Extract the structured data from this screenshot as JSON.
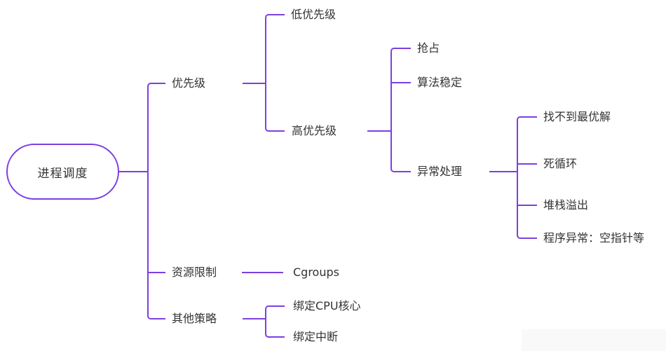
{
  "style": {
    "line_color": "#7d3fe2",
    "text_color": "#333333",
    "background_color": "#ffffff",
    "watermark_color": "#f9f9f9"
  },
  "mindmap": {
    "root": {
      "label": "进程调度",
      "children": [
        {
          "label": "优先级",
          "children": [
            {
              "label": "低优先级",
              "children": []
            },
            {
              "label": "高优先级",
              "children": [
                {
                  "label": "抢占",
                  "children": []
                },
                {
                  "label": "算法稳定",
                  "children": []
                },
                {
                  "label": "异常处理",
                  "children": [
                    {
                      "label": "找不到最优解",
                      "children": []
                    },
                    {
                      "label": "死循环",
                      "children": []
                    },
                    {
                      "label": "堆栈溢出",
                      "children": []
                    },
                    {
                      "label": "程序异常：空指针等",
                      "children": []
                    }
                  ]
                }
              ]
            }
          ]
        },
        {
          "label": "资源限制",
          "children": [
            {
              "label": "Cgroups",
              "children": []
            }
          ]
        },
        {
          "label": "其他策略",
          "children": [
            {
              "label": "绑定CPU核心",
              "children": []
            },
            {
              "label": "绑定中断",
              "children": []
            }
          ]
        }
      ]
    }
  }
}
